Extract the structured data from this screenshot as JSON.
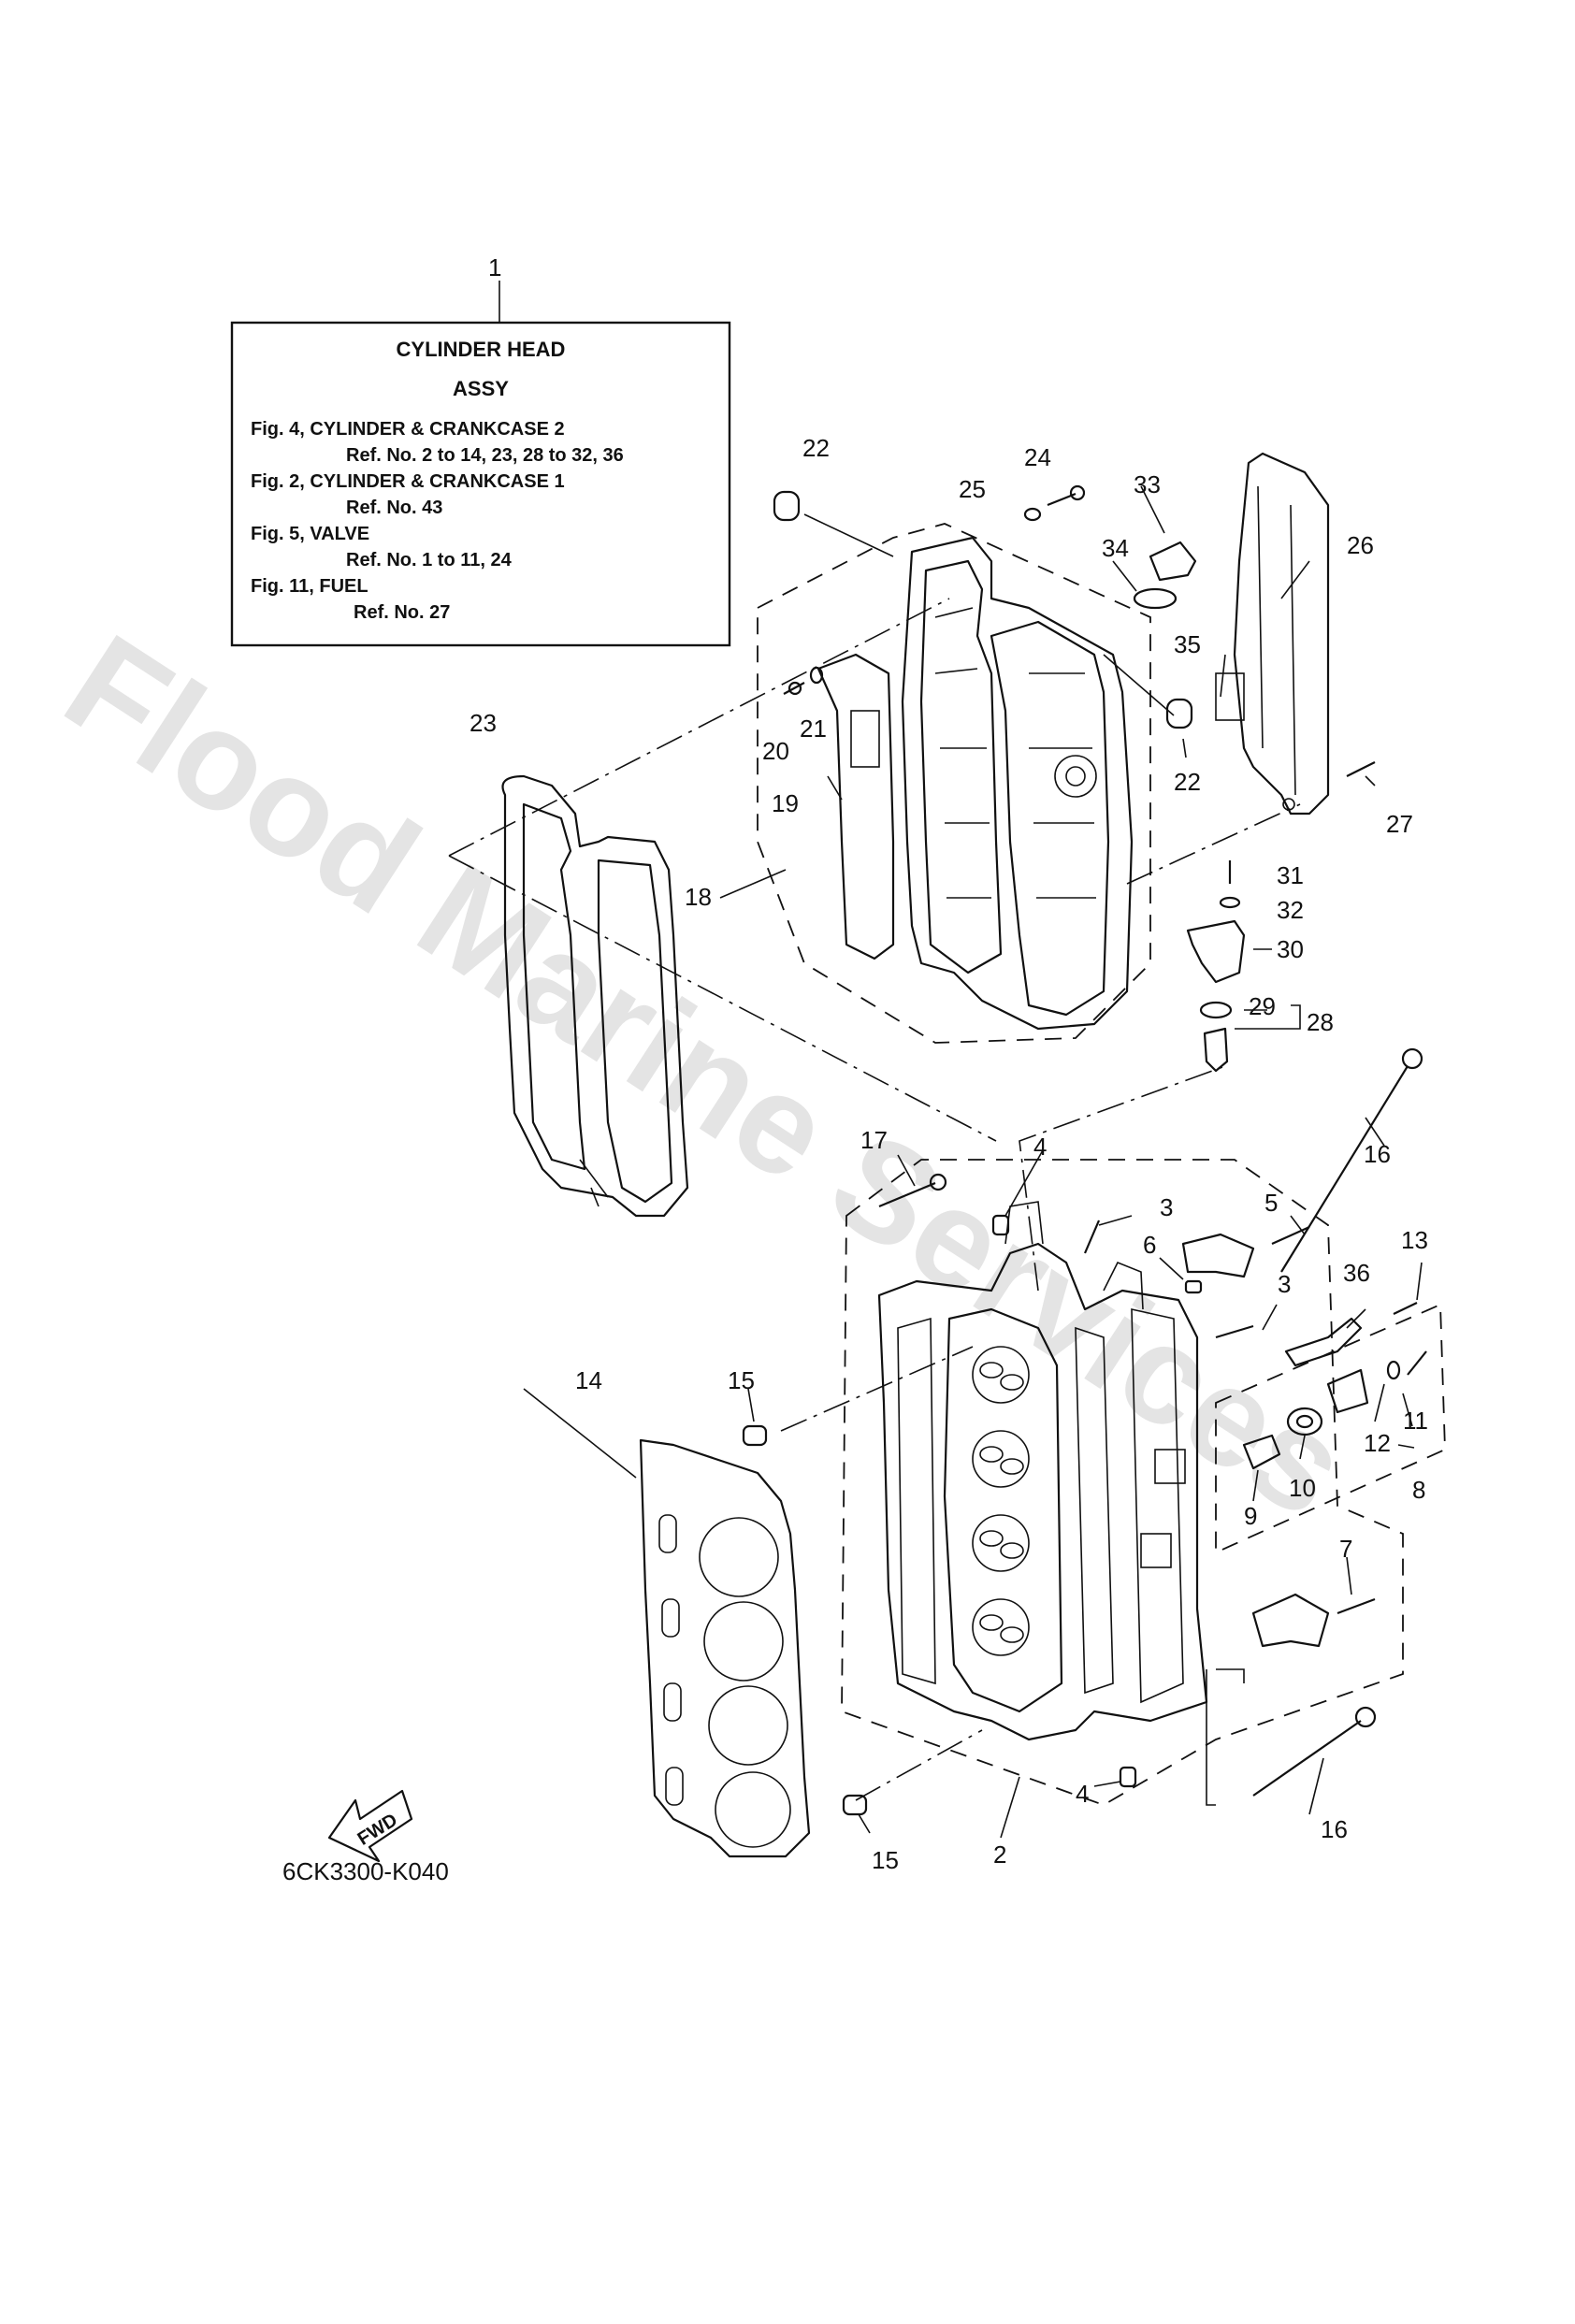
{
  "watermark": "Flood Marine Services",
  "diagram_code": "6CK3300-K040",
  "fwd_label": "FWD",
  "info_box": {
    "ref_number": "1",
    "lines": [
      "CYLINDER  HEAD",
      "ASSY",
      "Fig. 4, CYLINDER & CRANKCASE 2",
      "Ref. No. 2 to 14, 23, 28 to 32, 36",
      "Fig. 2, CYLINDER & CRANKCASE 1",
      "Ref. No. 43",
      "Fig. 5, VALVE",
      "Ref. No. 1 to 11, 24",
      "Fig. 11, FUEL",
      "Ref. No. 27"
    ]
  },
  "callouts": [
    "22",
    "24",
    "25",
    "33",
    "34",
    "26",
    "35",
    "22",
    "21",
    "20",
    "27",
    "19",
    "23",
    "18",
    "31",
    "32",
    "30",
    "29",
    "28",
    "4",
    "3",
    "17",
    "16",
    "5",
    "6",
    "3",
    "36",
    "13",
    "14",
    "15",
    "12",
    "11",
    "10",
    "9",
    "8",
    "7",
    "4",
    "16",
    "15",
    "2"
  ]
}
